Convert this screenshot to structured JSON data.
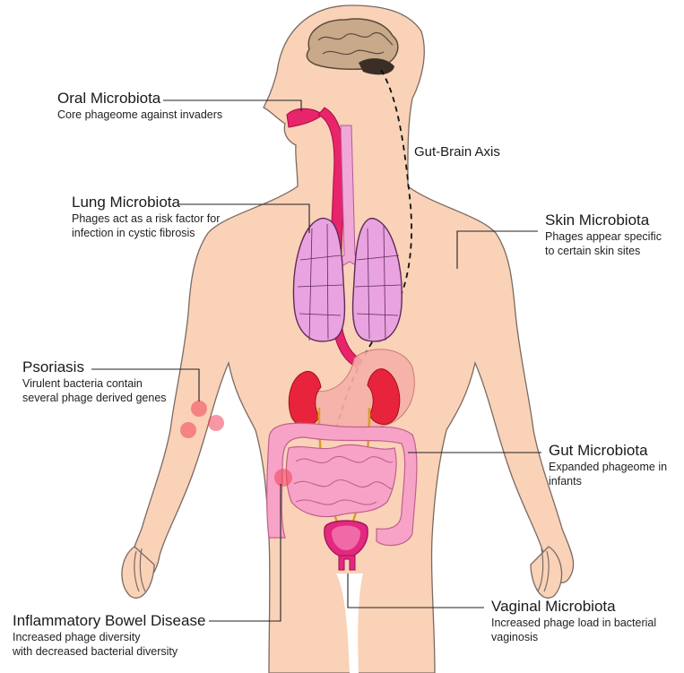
{
  "labels": {
    "oral": {
      "title": "Oral Microbiota",
      "desc": [
        "Core phageome against invaders"
      ]
    },
    "gut_brain": {
      "title": "Gut-Brain Axis"
    },
    "lung": {
      "title": "Lung Microbiota",
      "desc": [
        "Phages act as a risk factor for",
        "infection in cystic fibrosis"
      ]
    },
    "skin": {
      "title": "Skin Microbiota",
      "desc": [
        "Phages appear specific",
        "to certain skin sites"
      ]
    },
    "psoriasis": {
      "title": "Psoriasis",
      "desc": [
        "Virulent bacteria contain",
        "several phage derived genes"
      ]
    },
    "gut": {
      "title": "Gut Microbiota",
      "desc": [
        "Expanded phageome in",
        "infants"
      ]
    },
    "vaginal": {
      "title": "Vaginal Microbiota",
      "desc": [
        "Increased phage load in bacterial",
        "vaginosis"
      ]
    },
    "ibd": {
      "title": "Inflammatory Bowel Disease",
      "desc": [
        "Increased phage diversity",
        "with decreased bacterial diversity"
      ]
    }
  },
  "colors": {
    "skin": "#f9d2b8",
    "outline": "#7a6a62",
    "brain": "#c8a98a",
    "airway": "#e8246a",
    "lung": "#e9a3e0",
    "stomach": "#f6b0a8",
    "kidney": "#e8243c",
    "intestine": "#f7a3c7",
    "bladder": "#e3287f",
    "inflammation": "#f2405a"
  }
}
